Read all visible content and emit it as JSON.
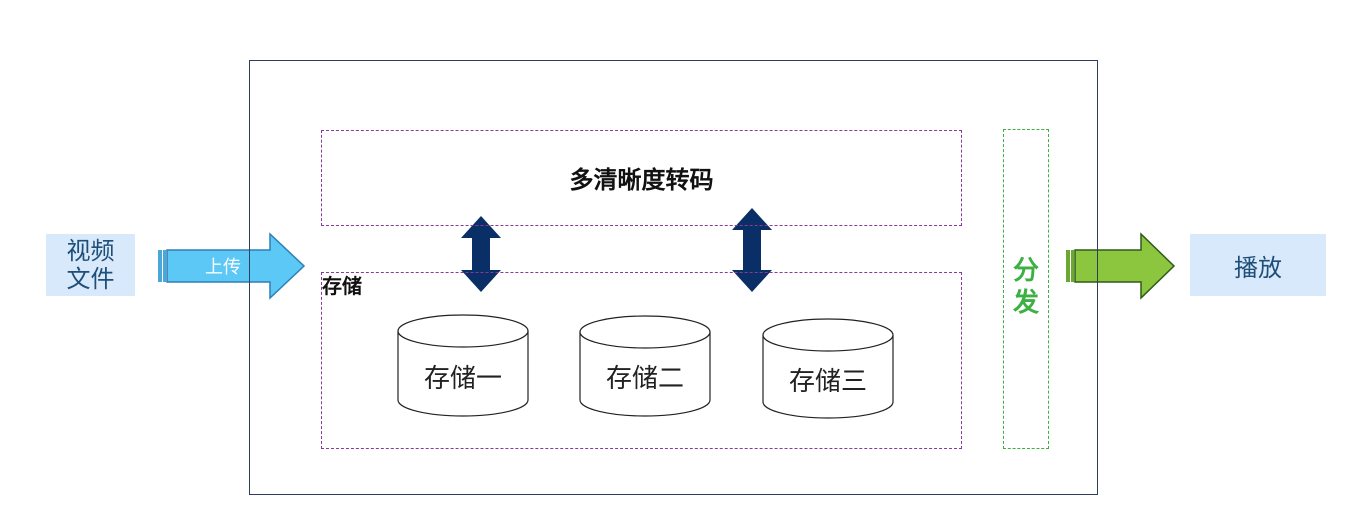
{
  "diagram": {
    "video_file": [
      "视频",
      "文件"
    ],
    "upload": "上传",
    "transcode": "多清晰度转码",
    "storage": "存储",
    "storage_items": [
      "存储一",
      "存储二",
      "存储三"
    ],
    "distribute": [
      "分",
      "发"
    ],
    "play": "播放"
  },
  "colors": {
    "label_bg": "#d7e9fb",
    "label_text": "#1f4e79",
    "upload_arrow": "#5bc8f5",
    "distribute_arrow": "#8cc63f",
    "double_arrow": "#0a2f66",
    "purple_dashed": "#8a3a9c",
    "green_dashed": "#3cb043"
  }
}
